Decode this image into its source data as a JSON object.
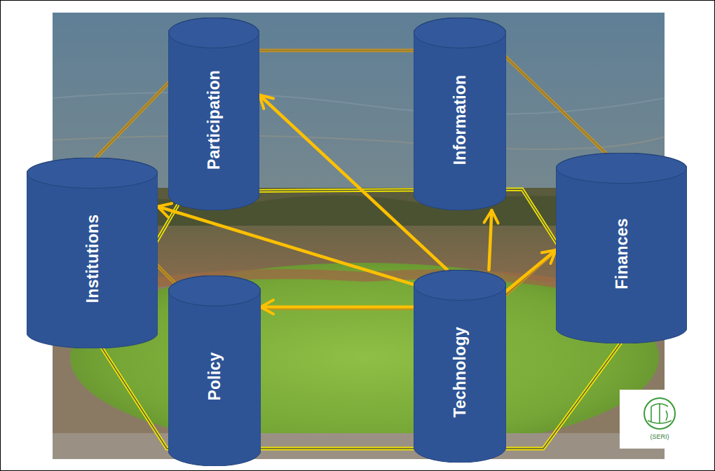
{
  "diagram": {
    "nodes": [
      {
        "text": [
          "Participation"
        ]
      },
      {
        "text": [
          "Information"
        ]
      },
      {
        "text": [
          "Institutions"
        ]
      },
      {
        "text": [
          "Finances"
        ]
      },
      {
        "text": [
          "Policy"
        ]
      },
      {
        "text": [
          "Technology"
        ]
      }
    ],
    "edges": [
      {
        "from": 5,
        "to": 0,
        "arrow": "to"
      },
      {
        "from": 5,
        "to": 1,
        "arrow": "to"
      },
      {
        "from": 5,
        "to": 2,
        "arrow": "to"
      },
      {
        "from": 5,
        "to": 3,
        "arrow": "to"
      },
      {
        "from": 5,
        "to": 4,
        "arrow": "to"
      }
    ],
    "labels": [
      "(SERI)"
    ]
  }
}
